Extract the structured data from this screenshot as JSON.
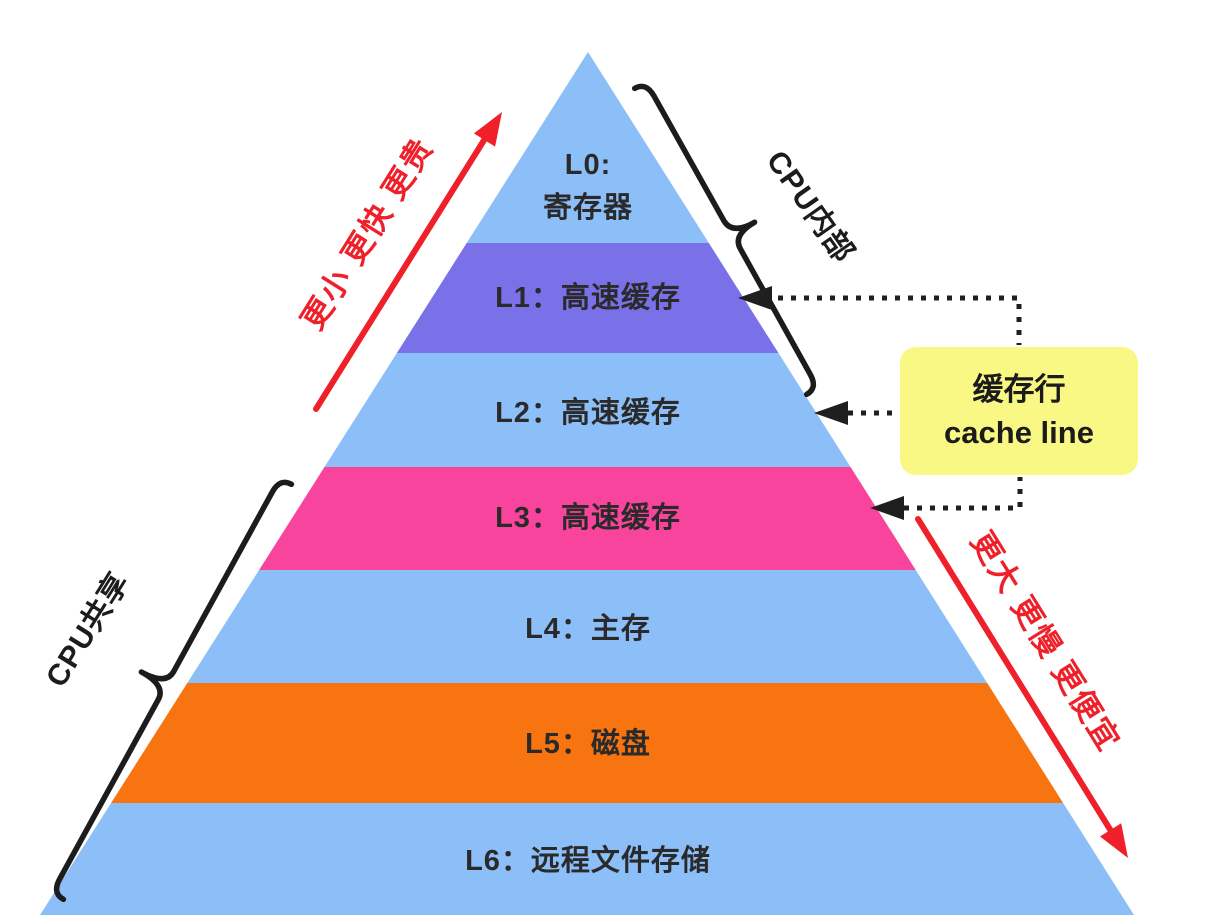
{
  "pyramid": {
    "levels": [
      {
        "id": "L0",
        "label_line1": "L0:",
        "label_line2": "寄存器",
        "color": "#8cbef8"
      },
      {
        "id": "L1",
        "label": "L1：高速缓存",
        "color": "#7a71e8"
      },
      {
        "id": "L2",
        "label": "L2：高速缓存",
        "color": "#8cbef8"
      },
      {
        "id": "L3",
        "label": "L3：高速缓存",
        "color": "#f8449c"
      },
      {
        "id": "L4",
        "label": "L4：主存",
        "color": "#8cbef8"
      },
      {
        "id": "L5",
        "label": "L5：磁盘",
        "color": "#f87411"
      },
      {
        "id": "L6",
        "label": "L6：远程文件存储",
        "color": "#8cbef8"
      }
    ]
  },
  "annotations": {
    "left_arrow_label": "更小 更快 更贵",
    "right_arrow_label": "更大 更慢 更便宜",
    "cpu_internal_label": "CPU内部",
    "cpu_shared_label": "CPU共享",
    "arrow_color": "#f0202a",
    "brace_color": "#1c1c1c",
    "connector_color": "#1f1f1f"
  },
  "cache_line_box": {
    "line1": "缓存行",
    "line2": "cache line",
    "bg_color": "#faf884"
  }
}
